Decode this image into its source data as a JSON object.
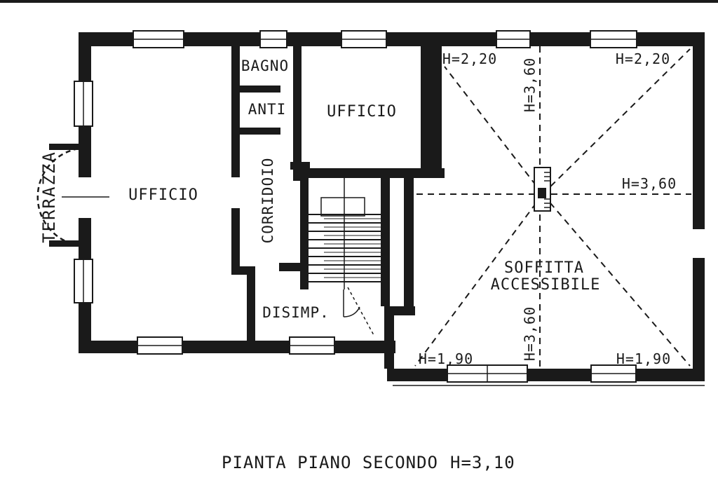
{
  "plan": {
    "rooms": {
      "terrazza": "TERRAZZA",
      "ufficio_left": "UFFICIO",
      "bagno": "BAGNO",
      "anti": "ANTI",
      "ufficio_top": "UFFICIO",
      "corridoio": "CORRIDOIO",
      "disimp": "DISIMP.",
      "soffitta_line1": "SOFFITTA",
      "soffitta_line2": "ACCESSIBILE"
    },
    "heights": {
      "attic_top_left": "H=2,20",
      "attic_top_right": "H=2,20",
      "ridge_top": "H=3,60",
      "attic_right": "H=3,60",
      "ridge_bottom": "H=3,60",
      "attic_bottom_left": "H=1,90",
      "attic_bottom_right": "H=1,90"
    },
    "caption": {
      "title": "PIANTA PIANO SECONDO",
      "height": "H=3,10"
    },
    "colors": {
      "ink": "#1a1a1a",
      "paper": "#ffffff",
      "stair_secondary": "#909090"
    }
  }
}
